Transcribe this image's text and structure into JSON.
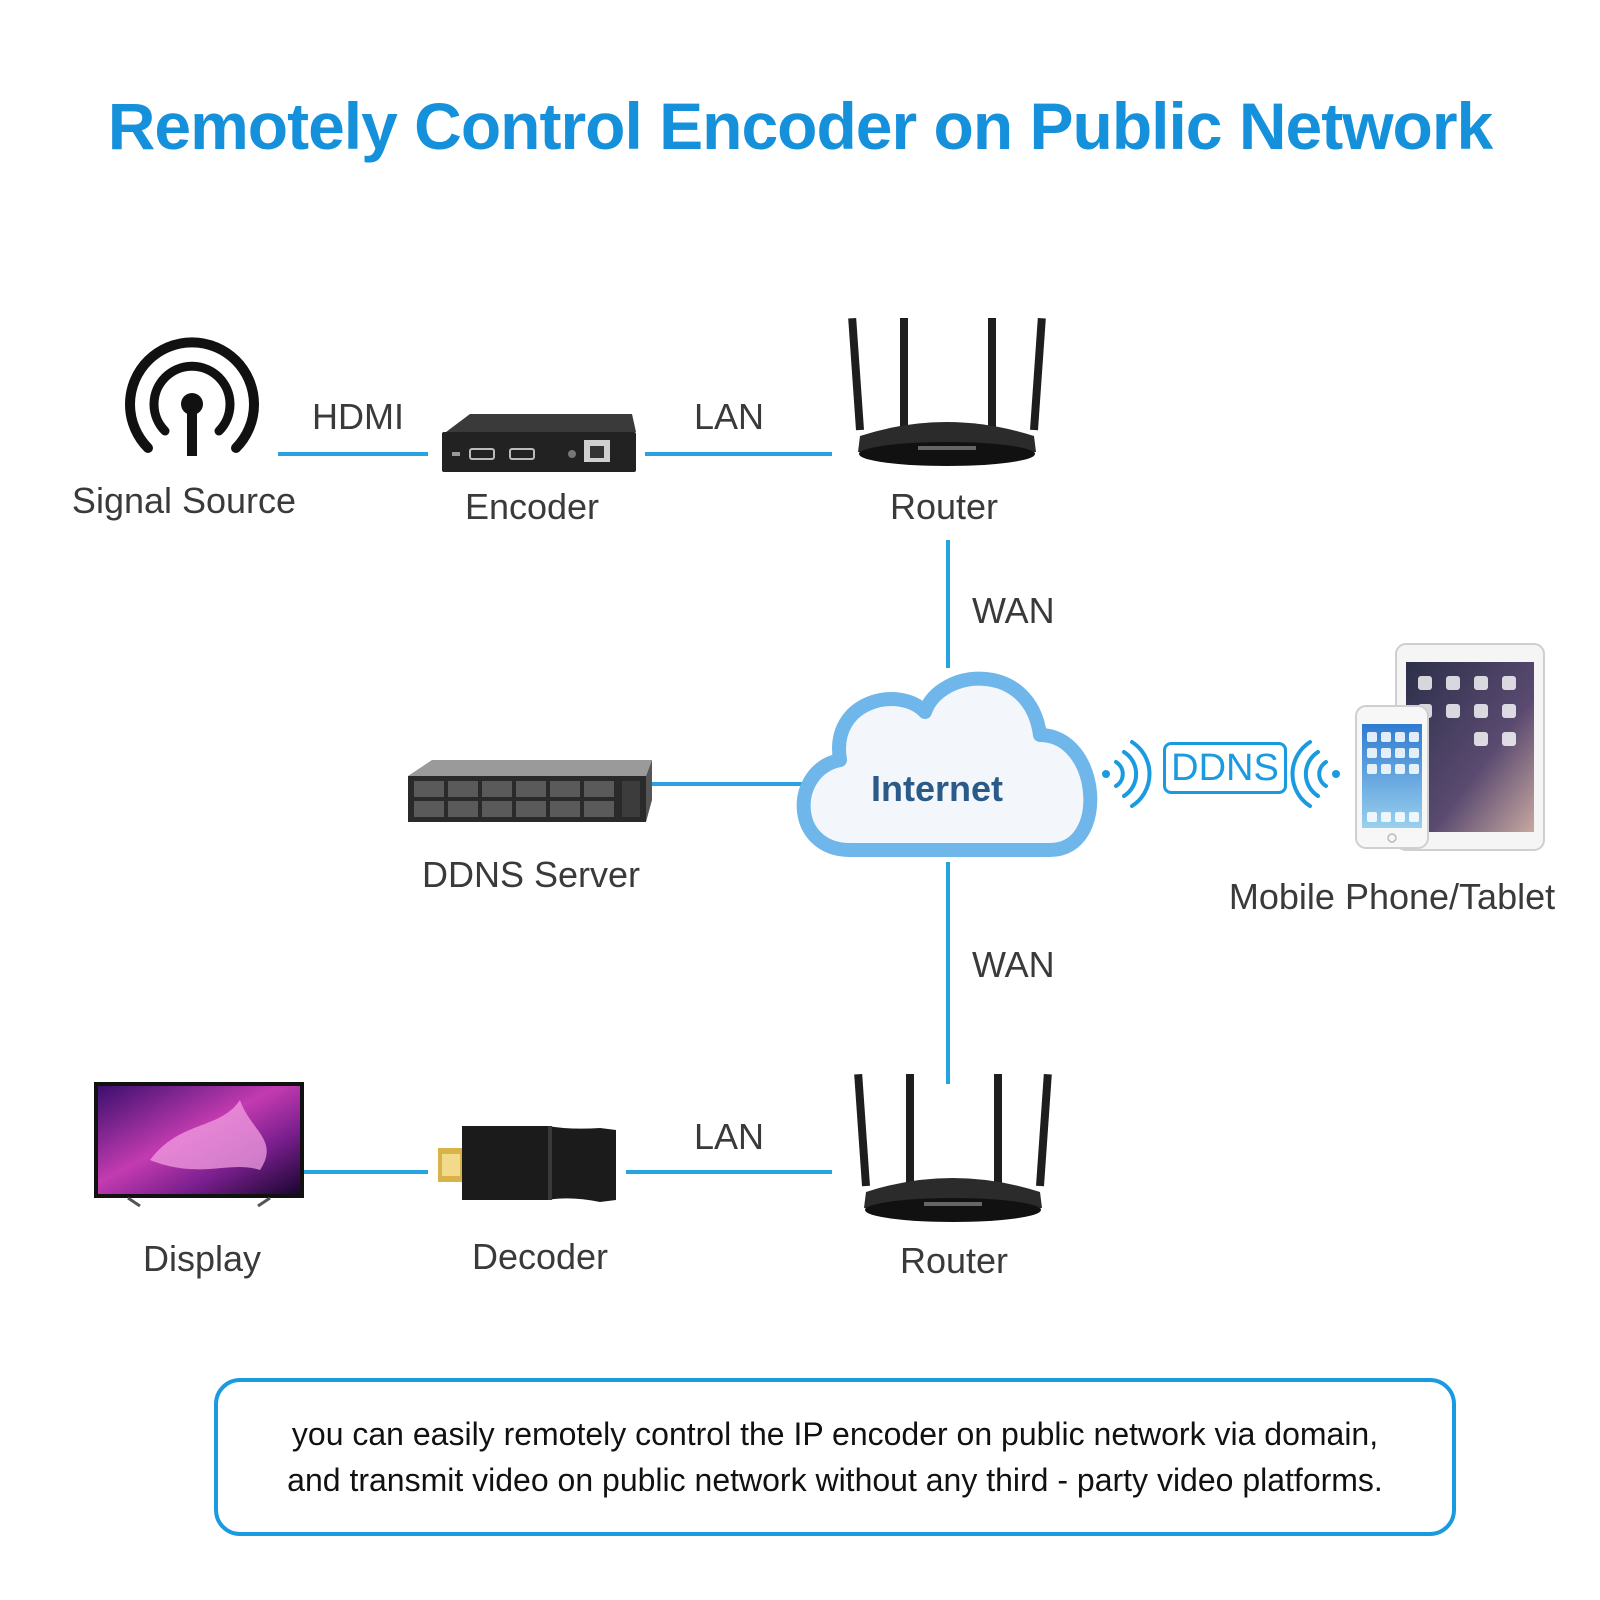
{
  "title": "Remotely Control Encoder on Public Network",
  "colors": {
    "accent": "#1a9be0",
    "line": "#27a3e0",
    "title": "#1590db",
    "cloud_outline": "#6fb6ea",
    "device_dark": "#1e1e1e"
  },
  "nodes": {
    "signal_source": {
      "label": "Signal Source",
      "icon": "signal-antenna-icon"
    },
    "encoder": {
      "label": "Encoder",
      "icon": "encoder-box-icon"
    },
    "router_top": {
      "label": "Router",
      "icon": "router-icon"
    },
    "internet": {
      "label": "Internet",
      "icon": "cloud-icon"
    },
    "ddns_server": {
      "label": "DDNS Server",
      "icon": "rack-server-icon"
    },
    "mobile": {
      "label": "Mobile Phone/Tablet",
      "icon": "phone-tablet-icon"
    },
    "router_bottom": {
      "label": "Router",
      "icon": "router-icon"
    },
    "decoder": {
      "label": "Decoder",
      "icon": "hdmi-decoder-icon"
    },
    "display": {
      "label": "Display",
      "icon": "tv-display-icon"
    }
  },
  "links": {
    "hdmi": "HDMI",
    "lan_top": "LAN",
    "wan_top": "WAN",
    "wan_bottom": "WAN",
    "lan_bottom": "LAN",
    "ddns_badge": "DDNS"
  },
  "note": {
    "line1": "you can easily remotely control the IP encoder on  public network via domain,",
    "line2": "and transmit video on  public network without  any third - party video platforms."
  }
}
